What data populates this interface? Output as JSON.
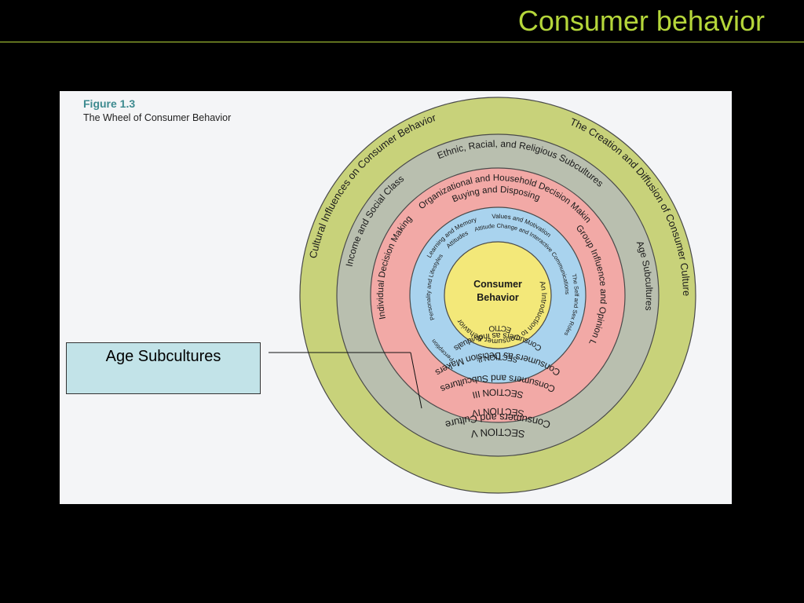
{
  "slide": {
    "title": "Consumer behavior"
  },
  "figure": {
    "number": "Figure 1.3",
    "caption": "The Wheel of Consumer Behavior"
  },
  "callout": {
    "label": "Age Subcultures"
  },
  "colors": {
    "title_green": "#b5d63a",
    "ring_outer": "#c8d27a",
    "ring_grey": "#b9bfaf",
    "ring_pink": "#f2a9a6",
    "ring_blue": "#a9d3ee",
    "ring_core": "#f3e879",
    "callout_fill": "#c2e3e8"
  },
  "wheel": {
    "rings": [
      {
        "id": "ring-5",
        "top": [
          "Cultural Influences on Consumer Behavior",
          "The Creation and Diffusion of Consumer Culture"
        ],
        "section": "SECTION V",
        "section_title": "Consumers and Culture"
      },
      {
        "id": "ring-4",
        "top": [
          "Income and Social Class",
          "Ethnic, Racial, and Religious Subcultures",
          "Age Subcultures"
        ],
        "section": "SECTION IV",
        "section_title": "Consumers and Subcultures"
      },
      {
        "id": "ring-3",
        "top": [
          "Individual Decision Making",
          "Organizational and Household Decision Making",
          "Buying and Disposing",
          "Group Influence and Opinion L"
        ],
        "section": "SECTION III",
        "section_title": "Consumers as Decision Makers"
      },
      {
        "id": "ring-2",
        "top": [
          "Learning and Memory",
          "Attitudes",
          "Personality and Lifestyles",
          "Values and Motivation",
          "Attitude Change and Interactive Communications",
          "The Self and Sex Roles",
          "Perception"
        ],
        "section": "SECTION II",
        "section_title": "Consumers as Individuals"
      },
      {
        "id": "ring-1",
        "core_title": "Consumer Behavior",
        "core_lines": [
          "Consumer",
          "Behavior"
        ],
        "section": "SECTION I",
        "section_title": "An Introduction to Consumer Behavior"
      }
    ]
  }
}
